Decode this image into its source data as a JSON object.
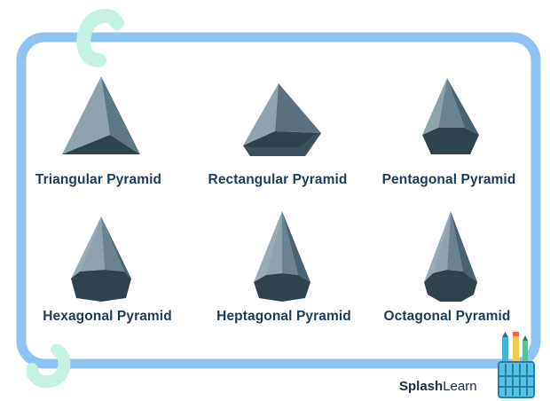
{
  "pyramids": [
    {
      "name": "Triangular Pyramid"
    },
    {
      "name": "Rectangular Pyramid"
    },
    {
      "name": "Pentagonal Pyramid"
    },
    {
      "name": "Hexagonal Pyramid"
    },
    {
      "name": "Heptagonal Pyramid"
    },
    {
      "name": "Octagonal Pyramid"
    }
  ],
  "brand": {
    "bold": "Splash",
    "regular": "Learn"
  },
  "colors": {
    "frame": "#8ec3f3",
    "corner_accent": "#c6f2e3",
    "label_text": "#1d3b5e",
    "face_light": "#8ea3ad",
    "face_mid": "#6d8591",
    "face_dark": "#3f5661",
    "base": "#2f434c"
  }
}
